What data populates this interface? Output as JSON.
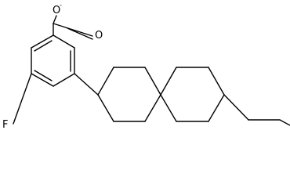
{
  "structure": {
    "colors": {
      "bond": "#000000",
      "label": "#000000",
      "background": "#ffffff"
    },
    "atoms": {
      "oxygen_top": {
        "symbol": "O",
        "charge": "-"
      },
      "oxygen_double": {
        "symbol": "O"
      },
      "fluorine": {
        "symbol": "F"
      }
    }
  }
}
